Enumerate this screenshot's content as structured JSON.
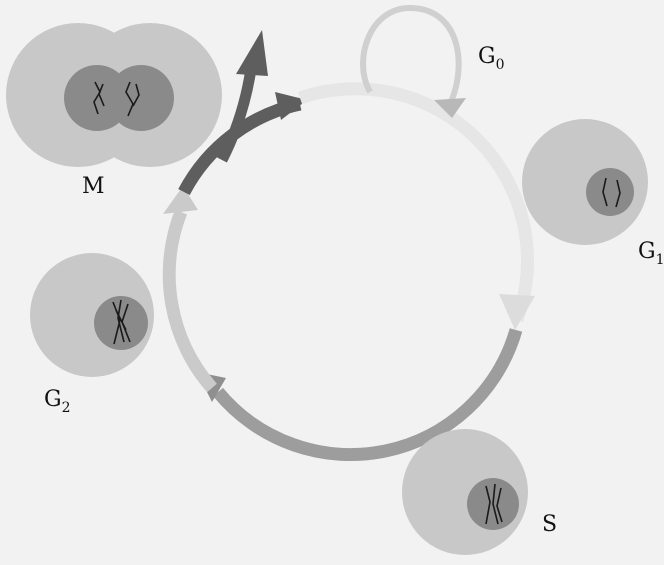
{
  "phases": {
    "m": {
      "letter": "M",
      "sub": ""
    },
    "g0": {
      "letter": "G",
      "sub": "0"
    },
    "g1": {
      "letter": "G",
      "sub": "1"
    },
    "g2": {
      "letter": "G",
      "sub": "2"
    },
    "s": {
      "letter": "S",
      "sub": ""
    }
  },
  "colors": {
    "background": "#f2f2f2",
    "cell": "#c8c8c8",
    "nucleus": "#8a8a8a",
    "chromosome": "#1a1a1a",
    "arrow_m_exit": "#5e5e5e",
    "arrow_g0_loop": "#d0d0d0",
    "arrow_g1": "#e6e6e6",
    "arrow_s": "#9d9d9d",
    "arrow_g2": "#cacaca"
  }
}
